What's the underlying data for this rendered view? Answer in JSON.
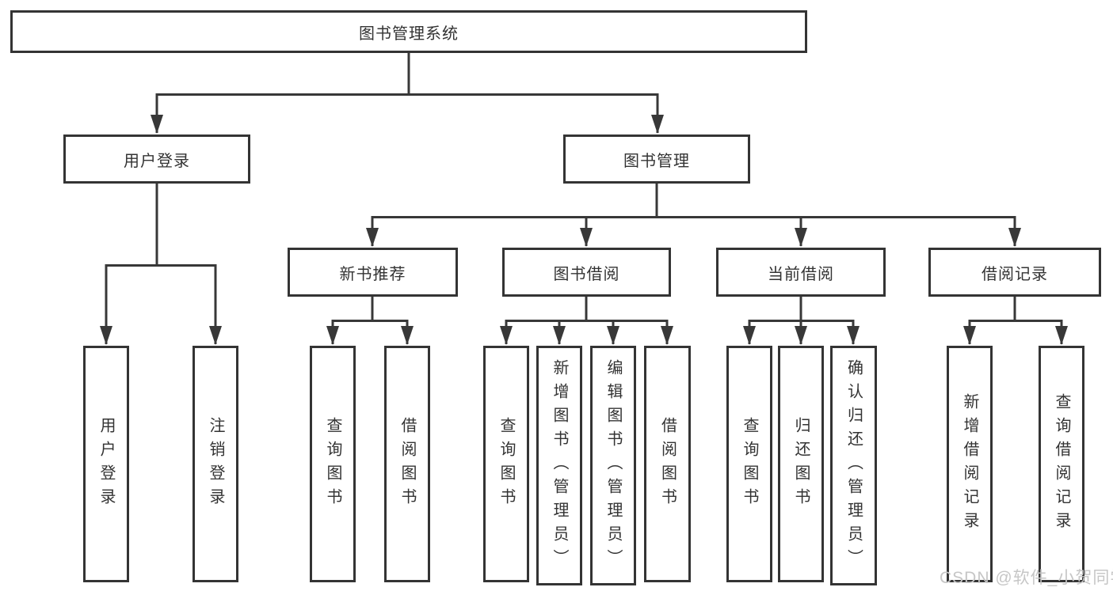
{
  "diagram": {
    "root": {
      "label": "图书管理系统",
      "children": [
        {
          "label": "用户登录",
          "children": [
            {
              "label": "用户登录"
            },
            {
              "label": "注销登录"
            }
          ]
        },
        {
          "label": "图书管理",
          "children": [
            {
              "label": "新书推荐",
              "children": [
                {
                  "label": "查询图书"
                },
                {
                  "label": "借阅图书"
                }
              ]
            },
            {
              "label": "图书借阅",
              "children": [
                {
                  "label": "查询图书"
                },
                {
                  "label": "新增图书（管理员）"
                },
                {
                  "label": "编辑图书（管理员）"
                },
                {
                  "label": "借阅图书"
                }
              ]
            },
            {
              "label": "当前借阅",
              "children": [
                {
                  "label": "查询图书"
                },
                {
                  "label": "归还图书"
                },
                {
                  "label": "确认归还（管理员）"
                }
              ]
            },
            {
              "label": "借阅记录",
              "children": [
                {
                  "label": "新增借阅记录"
                },
                {
                  "label": "查询借阅记录"
                }
              ]
            }
          ]
        }
      ]
    }
  },
  "watermark": {
    "text": "CSDN @软件_小贺同学"
  },
  "colors": {
    "line": "#383838",
    "box_border": "#343434",
    "box_background": "#ffffff",
    "text": "#333333",
    "watermark": "#c6c6c6"
  }
}
